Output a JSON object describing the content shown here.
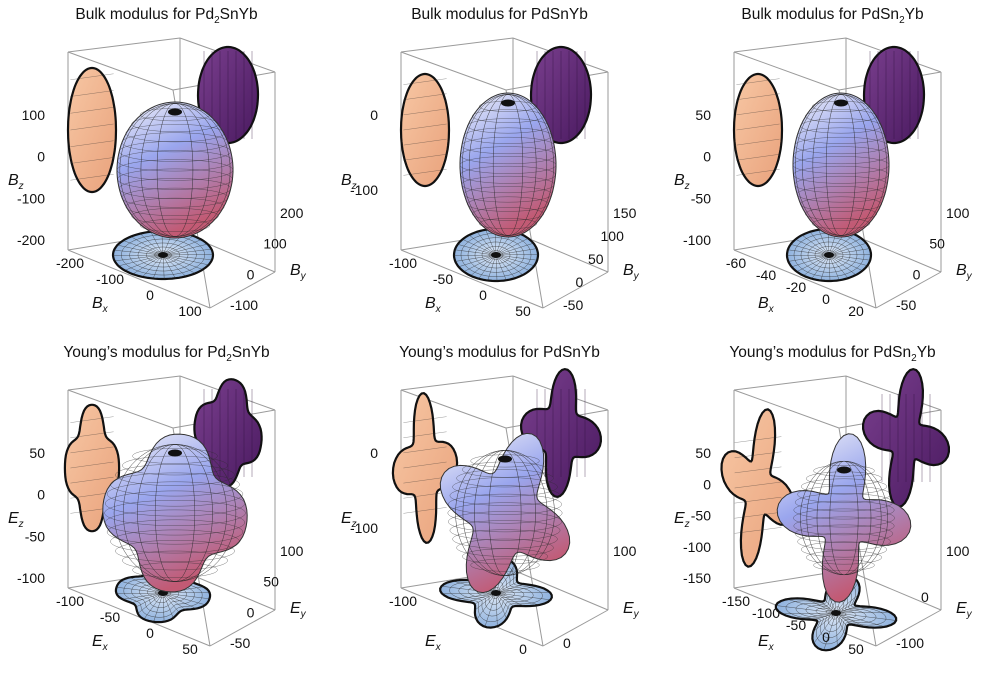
{
  "colors": {
    "box_line": "#9a9a9a",
    "mesh_line": "#2a2a2a",
    "proj_back_left": "#e9a27c",
    "proj_back_right": "#4a1a60",
    "proj_floor": "#8fb2de",
    "surface_top": "#f4f4f8",
    "surface_mid": "#9aa6ee",
    "surface_bottom": "#c25a74"
  },
  "panels": [
    {
      "row": 0,
      "col": 0,
      "kind": "sphere",
      "title": {
        "pre": "Bulk modulus for Pd",
        "sub": "2",
        "post": "SnYb"
      },
      "z_axis": {
        "name": "B",
        "sub": "z",
        "ticks": [
          "100",
          "0",
          "-100",
          "-200"
        ]
      },
      "x_axis": {
        "name": "B",
        "sub": "x",
        "ticks": [
          "-200",
          "-100",
          "0",
          "100"
        ]
      },
      "y_axis": {
        "name": "B",
        "sub": "y",
        "ticks": [
          "200",
          "100",
          "0",
          "-100"
        ]
      }
    },
    {
      "row": 0,
      "col": 1,
      "kind": "ellipsoid",
      "title": {
        "pre": "Bulk modulus for PdSnYb",
        "sub": "",
        "post": ""
      },
      "z_axis": {
        "name": "B",
        "sub": "z",
        "ticks": [
          "0",
          "-100"
        ]
      },
      "x_axis": {
        "name": "B",
        "sub": "x",
        "ticks": [
          "-100",
          "-50",
          "0",
          "50"
        ]
      },
      "y_axis": {
        "name": "B",
        "sub": "y",
        "ticks": [
          "150",
          "100",
          "50",
          "0",
          "-50"
        ]
      }
    },
    {
      "row": 0,
      "col": 2,
      "kind": "ellipsoid",
      "title": {
        "pre": "Bulk modulus for PdSn",
        "sub": "2",
        "post": "Yb"
      },
      "z_axis": {
        "name": "B",
        "sub": "z",
        "ticks": [
          "50",
          "0",
          "-50",
          "-100"
        ]
      },
      "x_axis": {
        "name": "B",
        "sub": "x",
        "ticks": [
          "-60",
          "-40",
          "-20",
          "0",
          "20"
        ]
      },
      "y_axis": {
        "name": "B",
        "sub": "y",
        "ticks": [
          "100",
          "50",
          "0",
          "-50"
        ]
      }
    },
    {
      "row": 1,
      "col": 0,
      "kind": "cube",
      "title": {
        "pre": "Young’s modulus for Pd",
        "sub": "2",
        "post": "SnYb"
      },
      "z_axis": {
        "name": "E",
        "sub": "z",
        "ticks": [
          "50",
          "0",
          "-50",
          "-100"
        ]
      },
      "x_axis": {
        "name": "E",
        "sub": "x",
        "ticks": [
          "-100",
          "-50",
          "0",
          "50"
        ]
      },
      "y_axis": {
        "name": "E",
        "sub": "y",
        "ticks": [
          "100",
          "50",
          "0",
          "-50"
        ]
      }
    },
    {
      "row": 1,
      "col": 1,
      "kind": "star",
      "title": {
        "pre": "Young’s modulus for PdSnYb",
        "sub": "",
        "post": ""
      },
      "z_axis": {
        "name": "E",
        "sub": "z",
        "ticks": [
          "0",
          "-100"
        ]
      },
      "x_axis": {
        "name": "E",
        "sub": "x",
        "ticks": [
          "-100",
          "0"
        ]
      },
      "y_axis": {
        "name": "E",
        "sub": "y",
        "ticks": [
          "100",
          "0"
        ]
      }
    },
    {
      "row": 1,
      "col": 2,
      "kind": "star4",
      "title": {
        "pre": "Young’s modulus for PdSn",
        "sub": "2",
        "post": "Yb"
      },
      "z_axis": {
        "name": "E",
        "sub": "z",
        "ticks": [
          "50",
          "0",
          "-50",
          "-100",
          "-150"
        ]
      },
      "x_axis": {
        "name": "E",
        "sub": "x",
        "ticks": [
          "-150",
          "-100",
          "-50",
          "0",
          "50"
        ]
      },
      "y_axis": {
        "name": "E",
        "sub": "y",
        "ticks": [
          "100",
          "0",
          "-100"
        ]
      }
    }
  ]
}
